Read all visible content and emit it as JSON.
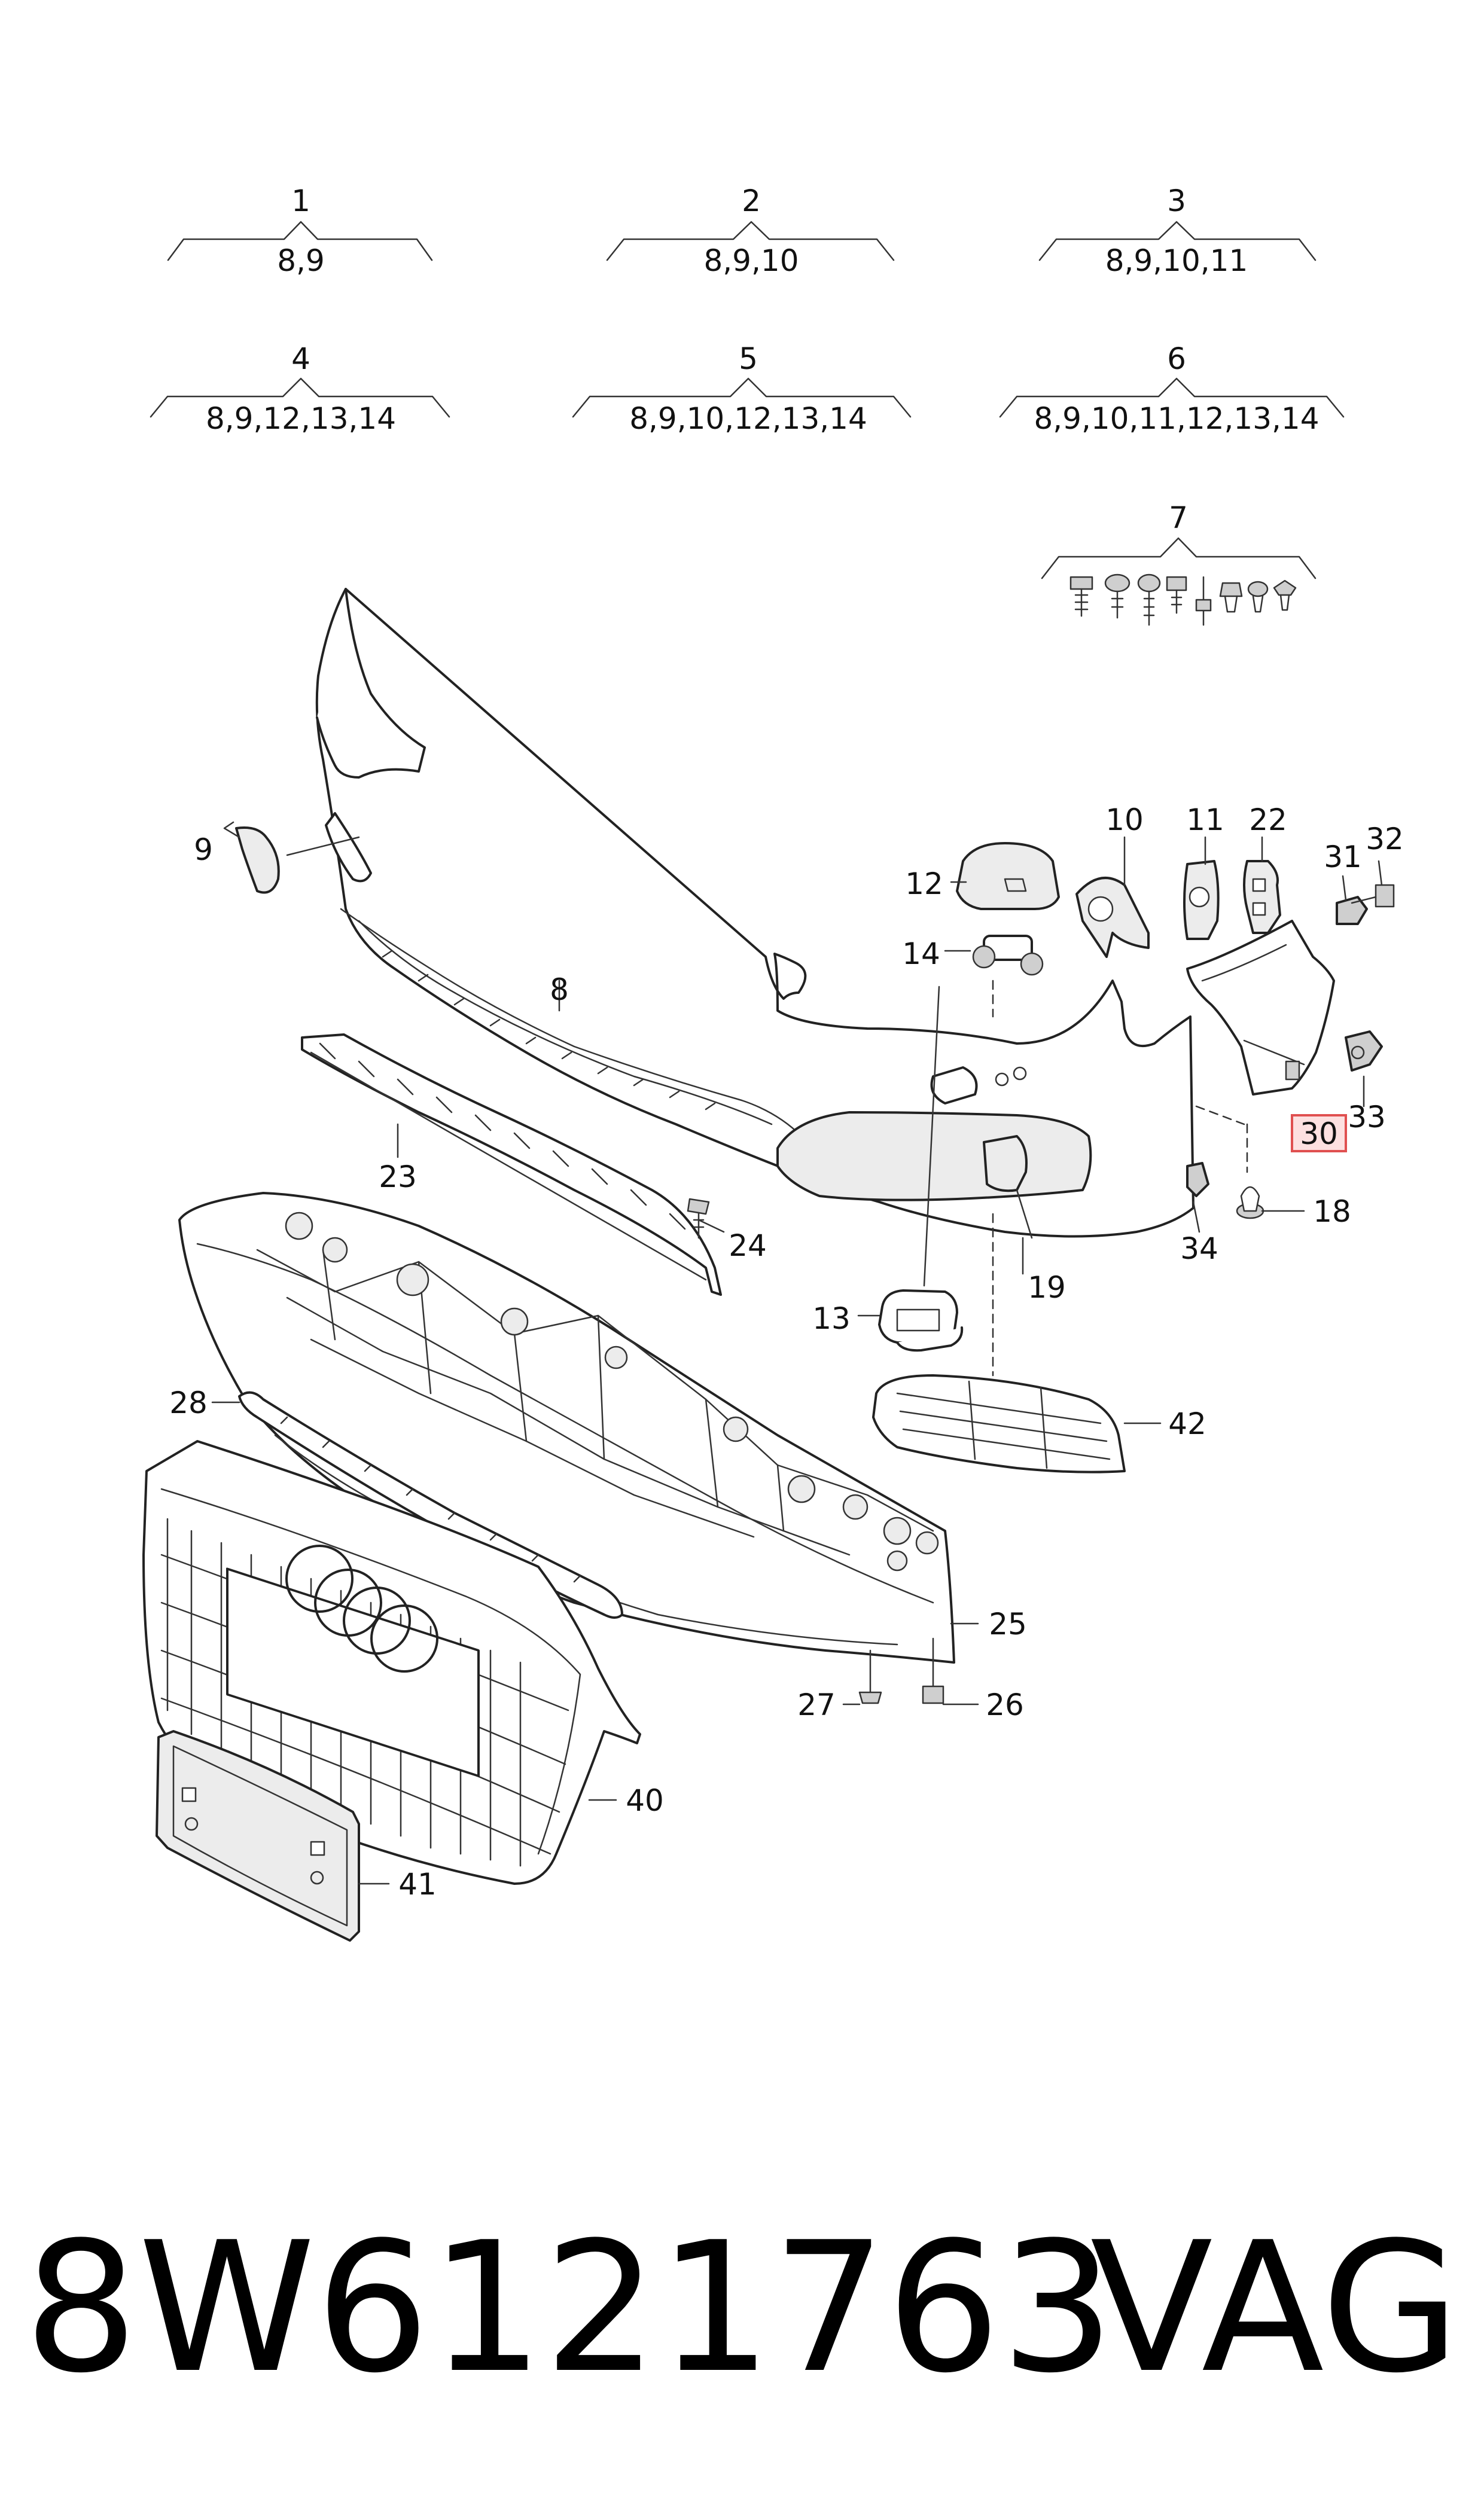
{
  "groups": [
    {
      "num": "1",
      "parts": "8,9"
    },
    {
      "num": "2",
      "parts": "8,9,10"
    },
    {
      "num": "3",
      "parts": "8,9,10,11"
    },
    {
      "num": "4",
      "parts": "8,9,12,13,14"
    },
    {
      "num": "5",
      "parts": "8,9,10,12,13,14"
    },
    {
      "num": "6",
      "parts": "8,9,10,11,12,13,14"
    },
    {
      "num": "7",
      "parts": ""
    }
  ],
  "callouts": {
    "p8": "8",
    "p9": "9",
    "p10": "10",
    "p11": "11",
    "p12": "12",
    "p13": "13",
    "p14": "14",
    "p18": "18",
    "p19": "19",
    "p22": "22",
    "p23": "23",
    "p24": "24",
    "p25": "25",
    "p26": "26",
    "p27": "27",
    "p28": "28",
    "p30": "30",
    "p31": "31",
    "p32": "32",
    "p33": "33",
    "p34": "34",
    "p40": "40",
    "p41": "41",
    "p42": "42"
  },
  "highlighted_part": "30",
  "highlight_color": "#e05050",
  "footer": {
    "part_number": "8W6121763",
    "brand": "VAG"
  }
}
